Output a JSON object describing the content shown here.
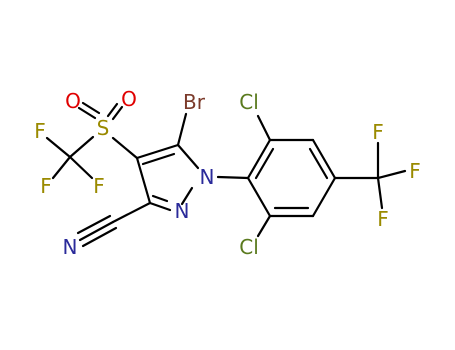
{
  "molecule": {
    "atoms": {
      "br": {
        "label": "Br",
        "color": "#7b3a2a"
      },
      "cl_top": {
        "label": "Cl",
        "color": "#5a7a1e"
      },
      "cl_bottom": {
        "label": "Cl",
        "color": "#5a7a1e"
      },
      "n_ring1": {
        "label": "N",
        "color": "#2a2a9a"
      },
      "n_ring2": {
        "label": "N",
        "color": "#2a2a9a"
      },
      "n_nitrile": {
        "label": "N",
        "color": "#2a2a9a"
      },
      "s": {
        "label": "S",
        "color": "#9a8a00"
      },
      "o_left": {
        "label": "O",
        "color": "#e00000"
      },
      "o_right": {
        "label": "O",
        "color": "#e00000"
      },
      "f1": {
        "label": "F",
        "color": "#9a8a00"
      },
      "f2": {
        "label": "F",
        "color": "#9a8a00"
      },
      "f3": {
        "label": "F",
        "color": "#9a8a00"
      },
      "f4": {
        "label": "F",
        "color": "#9a8a00"
      },
      "f5": {
        "label": "F",
        "color": "#9a8a00"
      },
      "f6": {
        "label": "F",
        "color": "#9a8a00"
      }
    }
  }
}
